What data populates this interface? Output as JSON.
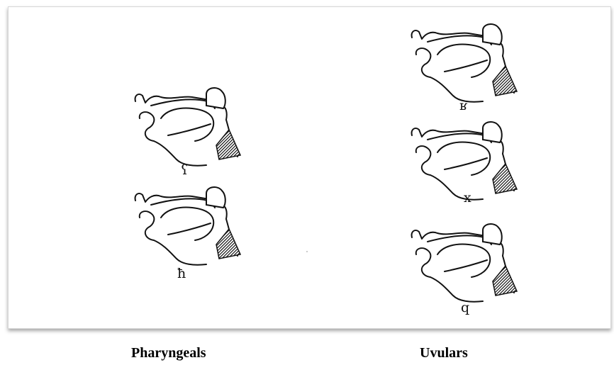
{
  "diagram": {
    "groups": [
      {
        "caption": "Pharyngeals",
        "symbols": [
          "ʕ",
          "ħ"
        ]
      },
      {
        "caption": "Uvulars",
        "symbols": [
          "ʁ",
          "x",
          "q"
        ]
      }
    ]
  }
}
